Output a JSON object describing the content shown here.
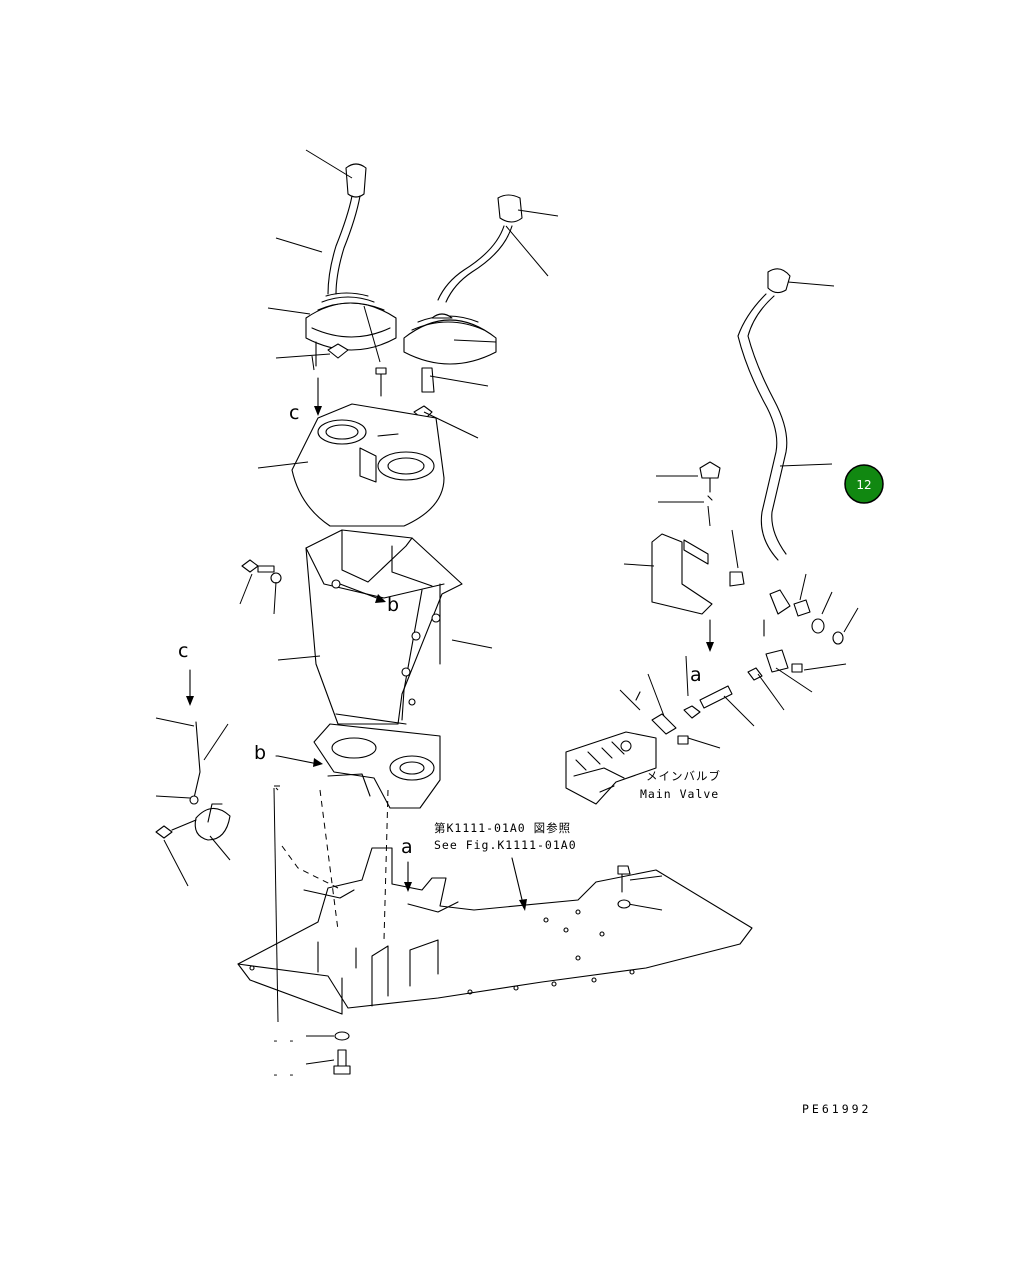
{
  "drawing_code": "PE61992",
  "page_badge": {
    "number": "12",
    "color": "#118811"
  },
  "reference_labels": {
    "a_upper": "a",
    "a_lower": "a",
    "b_upper": "b",
    "b_lower": "b",
    "c_upper": "c",
    "c_lower": "c"
  },
  "main_valve": {
    "jp": "メインバルブ",
    "en": "Main Valve"
  },
  "see_figure": {
    "jp": "第K1111-01A0 図参照",
    "en": "See Fig.K1111-01A0"
  },
  "dash_marks": [
    "-",
    "-",
    "-",
    "-"
  ]
}
